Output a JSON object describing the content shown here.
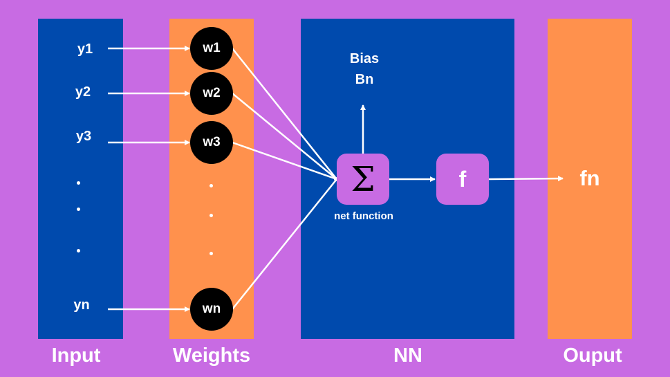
{
  "colors": {
    "background": "#c86be3",
    "blue_panel": "#004aad",
    "orange_panel": "#ff914d",
    "node": "#000000",
    "line": "#ffffff"
  },
  "columns": {
    "input": "Input",
    "weights": "Weights",
    "nn": "NN",
    "output": "Ouput"
  },
  "inputs": [
    "y1",
    "y2",
    "y3",
    "yn"
  ],
  "weights": [
    "w1",
    "w2",
    "w3",
    "wn"
  ],
  "bias": {
    "line1": "Bias",
    "line2": "Bn"
  },
  "sum_symbol": "Σ",
  "net_function_label": "net function",
  "activation": "f",
  "output_value": "fn"
}
